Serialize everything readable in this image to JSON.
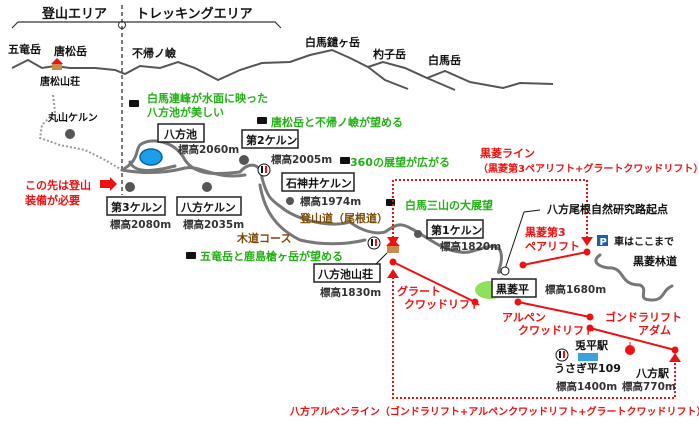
{
  "header": {
    "climbing_area": "登山エリア",
    "trekking_area": "トレッキングエリア"
  },
  "peaks": {
    "goryu": "五竜岳",
    "karamatsu": "唐松岳",
    "karamatsu_hut": "唐松山荘",
    "fukaeri": "不帰ノ嶮",
    "yari": "白馬鑓ヶ岳",
    "shakushi": "杓子岳",
    "shirouma": "白馬岳"
  },
  "cairns": {
    "maruyama": "丸山ケルン",
    "dai3": "第3ケルン",
    "dai3_elev": "標高2080m",
    "happo": "八方ケルン",
    "happo_elev": "標高2035m",
    "dai2": "第2ケルン",
    "dai2_elev": "標高2005m",
    "shakujii": "石神井ケルン",
    "shakujii_elev": "標高1974m",
    "dai1": "第1ケルン",
    "dai1_elev": "標高1820m"
  },
  "places": {
    "happoike": "八方池",
    "happoike_elev": "標高2060m",
    "sanso": "八方池山荘",
    "sanso_elev": "標高1830m",
    "kurobishi": "黒菱平",
    "kurobishi_elev": "標高1680m",
    "trailhead": "八方尾根自然研究路起点",
    "parking": "車はここまで",
    "rindo": "黒菱林道",
    "usagi_station": "兎平駅",
    "usagi109": "うさぎ平109",
    "usagi_elev": "標高1400m",
    "happo_station": "八方駅",
    "happo_station_elev": "標高770m"
  },
  "views": {
    "v1a": "白馬連峰が水面に映った",
    "v1b": "八方池が美しい",
    "v2": "唐松岳と不帰ノ嶮が望める",
    "v3": "360の展望が広がる",
    "v4": "白馬三山の大展望",
    "v5": "五竜岳と鹿島槍ヶ岳が望める"
  },
  "routes": {
    "ridge": "登山道（尾根道）",
    "boardwalk": "木道コース"
  },
  "warning": {
    "line1": "この先は登山",
    "line2": "装備が必要"
  },
  "lifts": {
    "kurobishi_line": "黒菱ライン",
    "kurobishi_line_detail": "（黒菱第3ペアリフト+グラートクワッドリフト）",
    "kurobishi3a": "黒菱第3",
    "kurobishi3b": "ペアリフト",
    "grata": "グラート",
    "gratb": "クワッドリフト",
    "alpena": "アルペン",
    "alpenb": "クワッドリフト",
    "adama": "ゴンドラリフト",
    "adamb": "アダム",
    "alpen_line": "八方アルペンライン（ゴンドラリフト+アルペンクワッドリフト+グラートクワッドリフト）"
  },
  "icons": {
    "parking": "P"
  },
  "colors": {
    "red": "#ee1111",
    "green": "#22b014",
    "brown": "#7a4a00",
    "lake": "#1aa0e8"
  }
}
